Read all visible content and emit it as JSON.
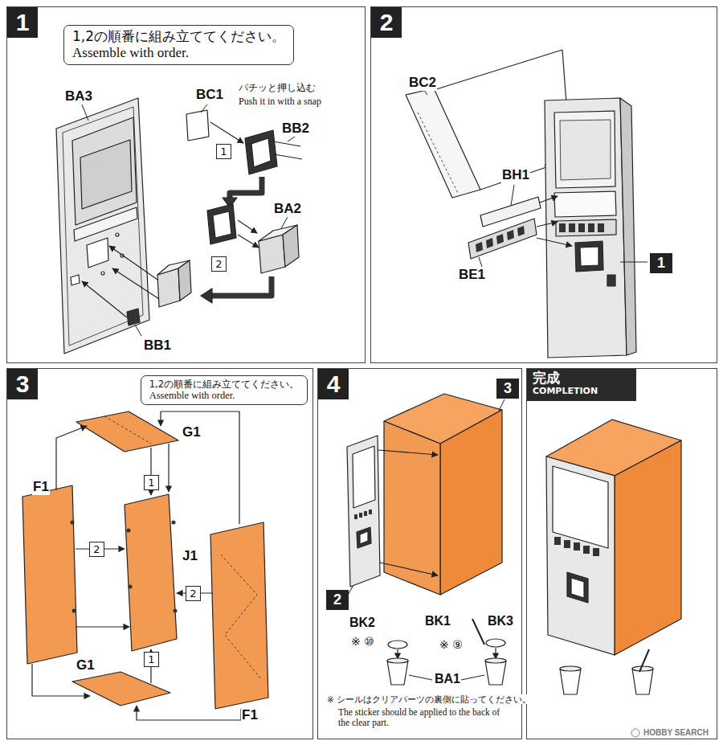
{
  "diagram": {
    "nodes": [
      {
        "text": [
          "1"
        ]
      },
      {
        "text": [
          "1,2の順番に組み立ててください。",
          "Assemble with order."
        ],
        "in": 0
      },
      {
        "text": [
          "1"
        ],
        "in": 0
      },
      {
        "text": [
          "2"
        ],
        "in": 0
      },
      {
        "text": [
          "2"
        ]
      },
      {
        "text": [
          "1"
        ],
        "in": 4
      },
      {
        "text": [
          "3"
        ]
      },
      {
        "text": [
          "1,2の順番に組み立ててください。",
          "Assemble with order."
        ],
        "in": 6
      },
      {
        "text": [
          "1"
        ],
        "in": 6
      },
      {
        "text": [
          "2"
        ],
        "in": 6
      },
      {
        "text": [
          "2"
        ],
        "in": 6
      },
      {
        "text": [
          "1"
        ],
        "in": 6
      },
      {
        "text": [
          "4"
        ]
      },
      {
        "text": [
          "3"
        ],
        "in": 12
      },
      {
        "text": [
          "2"
        ],
        "in": 12
      },
      {
        "text": [
          "完成",
          "COMPLETION"
        ]
      }
    ],
    "labels": [
      "BA3",
      "BC1",
      "パチッと押し込む",
      "Push it in with a snap",
      "BB2",
      "BA2",
      "BB1",
      "BC2",
      "BH1",
      "BE1",
      "G1",
      "F1",
      "J1",
      "F1",
      "G1",
      "BK1",
      "BK3",
      "BK2",
      "※ ⑩",
      "※ ⑨",
      "BA1",
      "※ シールはクリアパーツの裏側に貼ってください。",
      "The sticker should be applied to the back of the clear part.",
      "HOBBY SEARCH"
    ]
  }
}
